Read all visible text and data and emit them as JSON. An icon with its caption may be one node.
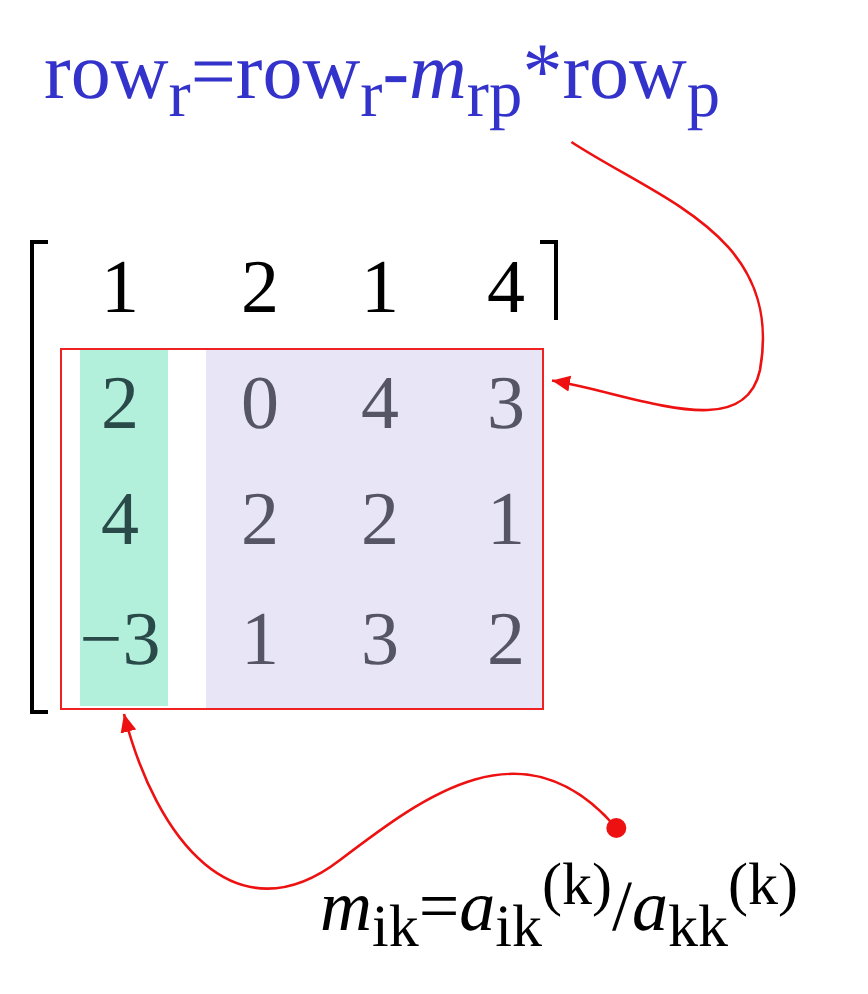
{
  "diagram": {
    "nodes": [
      {
        "text": [
          "row$_{r}$=row$_{r}$-*m*$_{rp}$*row$_{p}$"
        ]
      },
      {
        "text": [],
        "shape": "box"
      },
      {
        "text": [],
        "shape": "bar",
        "in": 1
      },
      {
        "text": [
          "*m*$_{ik}$=*a*$_{ik}$$^{(k)}$/*a*$_{kk}$$^{(k)}$"
        ]
      }
    ],
    "edges": [
      {
        "from": 0,
        "to": 1,
        "arrow": "to"
      },
      {
        "from": 3,
        "to": 2,
        "arrow": "to"
      }
    ],
    "labels": [
      "1",
      "2",
      "1",
      "4",
      "2",
      "0",
      "4",
      "3",
      "4",
      "2",
      "2",
      "1",
      "−3",
      "1",
      "3",
      "2"
    ]
  }
}
